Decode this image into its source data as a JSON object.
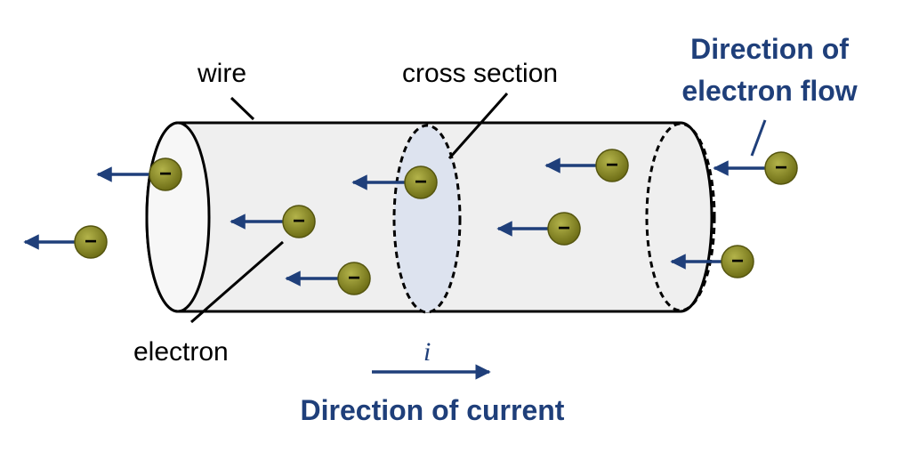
{
  "labels": {
    "wire": "wire",
    "cross_section": "cross section",
    "electron": "electron",
    "electron_flow_line1": "Direction of",
    "electron_flow_line2": "electron flow",
    "current_symbol": "i",
    "direction_of_current": "Direction of current"
  },
  "electron_sign": "−",
  "colors": {
    "accent_blue": "#1f3f7a",
    "electron_fill": "#7a7a1e",
    "electron_sign": "#ffffff",
    "wire_fill": "#efefef",
    "cross_section_fill": "#dde3ef"
  }
}
